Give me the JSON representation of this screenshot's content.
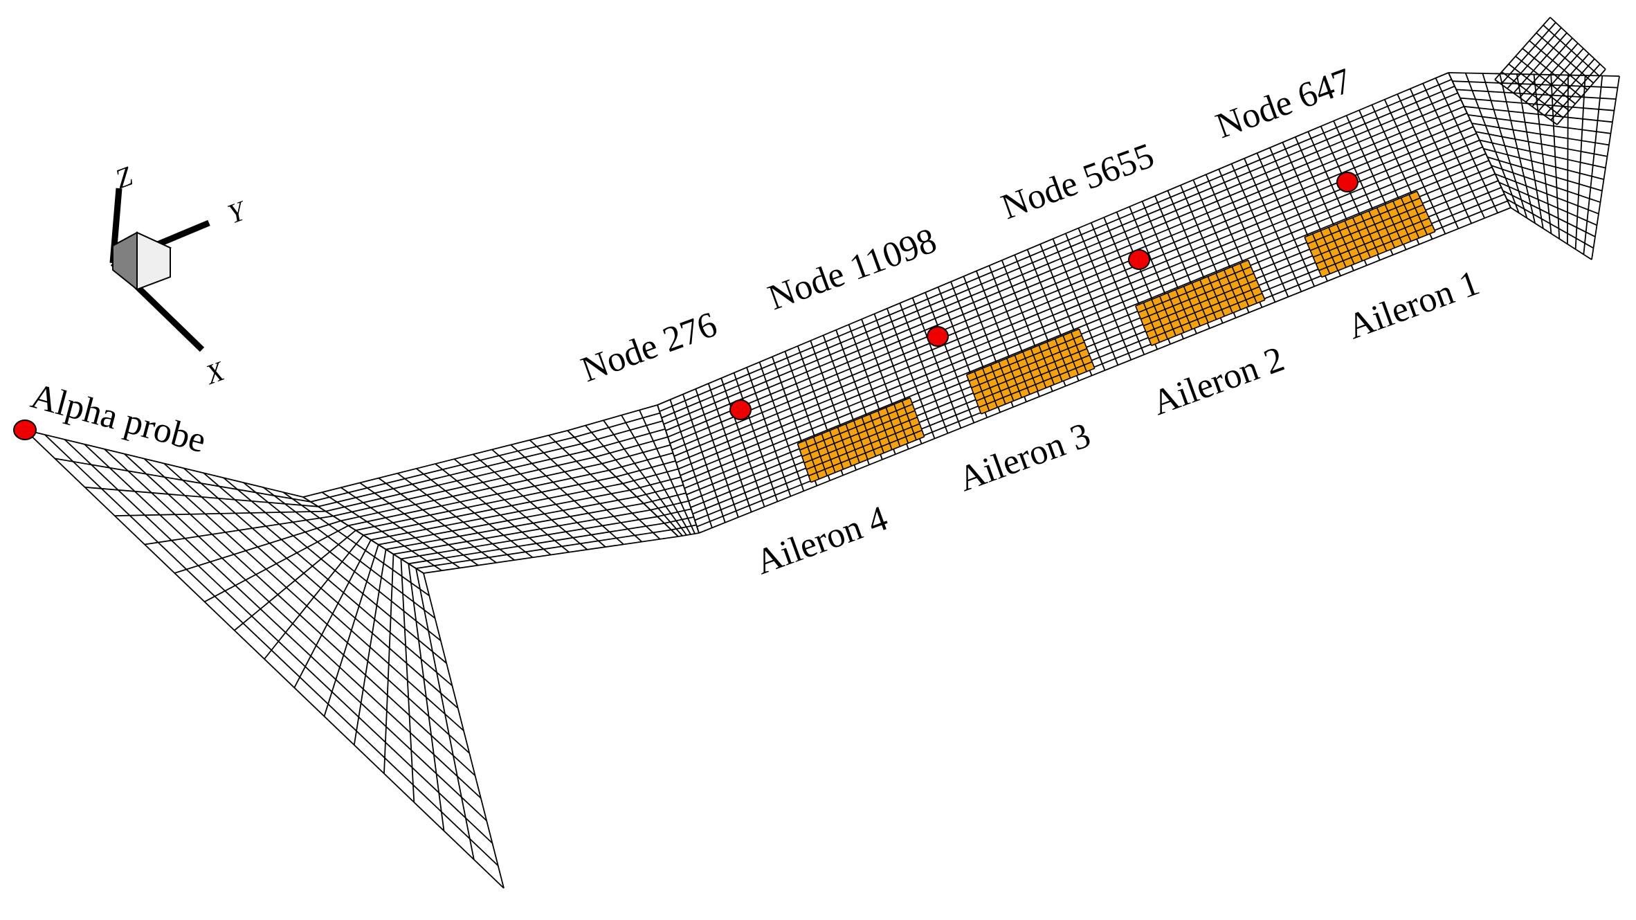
{
  "colors": {
    "background": "#ffffff",
    "mesh_line": "#000000",
    "aileron_fill": "#f5a20e",
    "marker_fill": "#ee0000",
    "triad_cube_top": "#d8d8d8",
    "triad_cube_front": "#efefef",
    "triad_cube_side": "#808080"
  },
  "axes_triad": {
    "labels": {
      "z": "Z",
      "y": "Y",
      "x": "X"
    }
  },
  "probe": {
    "label": "Alpha probe",
    "marker_icon": "red-circle-marker"
  },
  "nodes": [
    {
      "id": "node-276",
      "label": "Node 276"
    },
    {
      "id": "node-11098",
      "label": "Node 11098"
    },
    {
      "id": "node-5655",
      "label": "Node 5655"
    },
    {
      "id": "node-647",
      "label": "Node 647"
    }
  ],
  "ailerons": [
    {
      "id": "aileron-4",
      "label": "Aileron 4"
    },
    {
      "id": "aileron-3",
      "label": "Aileron 3"
    },
    {
      "id": "aileron-2",
      "label": "Aileron 2"
    },
    {
      "id": "aileron-1",
      "label": "Aileron 1"
    }
  ]
}
